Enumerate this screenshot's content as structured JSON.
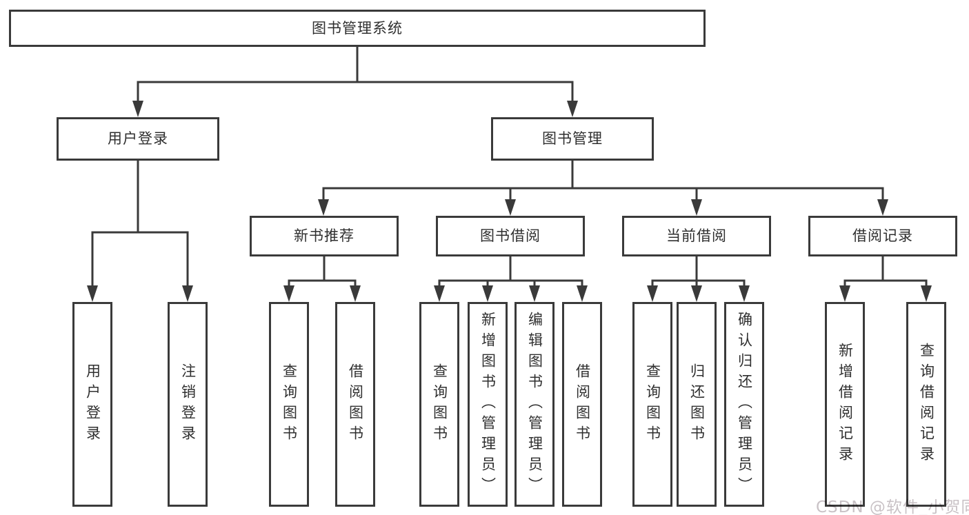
{
  "nodes": {
    "root": "图书管理系统",
    "user_login": "用户登录",
    "book_management": "图书管理",
    "user_login_children": [
      "用户登录",
      "注销登录"
    ],
    "groups": [
      {
        "label": "新书推荐",
        "children": [
          "查询图书",
          "借阅图书"
        ]
      },
      {
        "label": "图书借阅",
        "children": [
          "查询图书",
          "新增图书（管理员）",
          "编辑图书（管理员）",
          "借阅图书"
        ]
      },
      {
        "label": "当前借阅",
        "children": [
          "查询图书",
          "归还图书",
          "确认归还（管理员）"
        ]
      },
      {
        "label": "借阅记录",
        "children": [
          "新增借阅记录",
          "查询借阅记录"
        ]
      }
    ]
  },
  "watermark": "CSDN @软件_小贺同学",
  "colors": {
    "line": "#3a3a3a",
    "text": "#2f2f2f",
    "watermark": "#c9c2c6",
    "background": "#ffffff"
  }
}
